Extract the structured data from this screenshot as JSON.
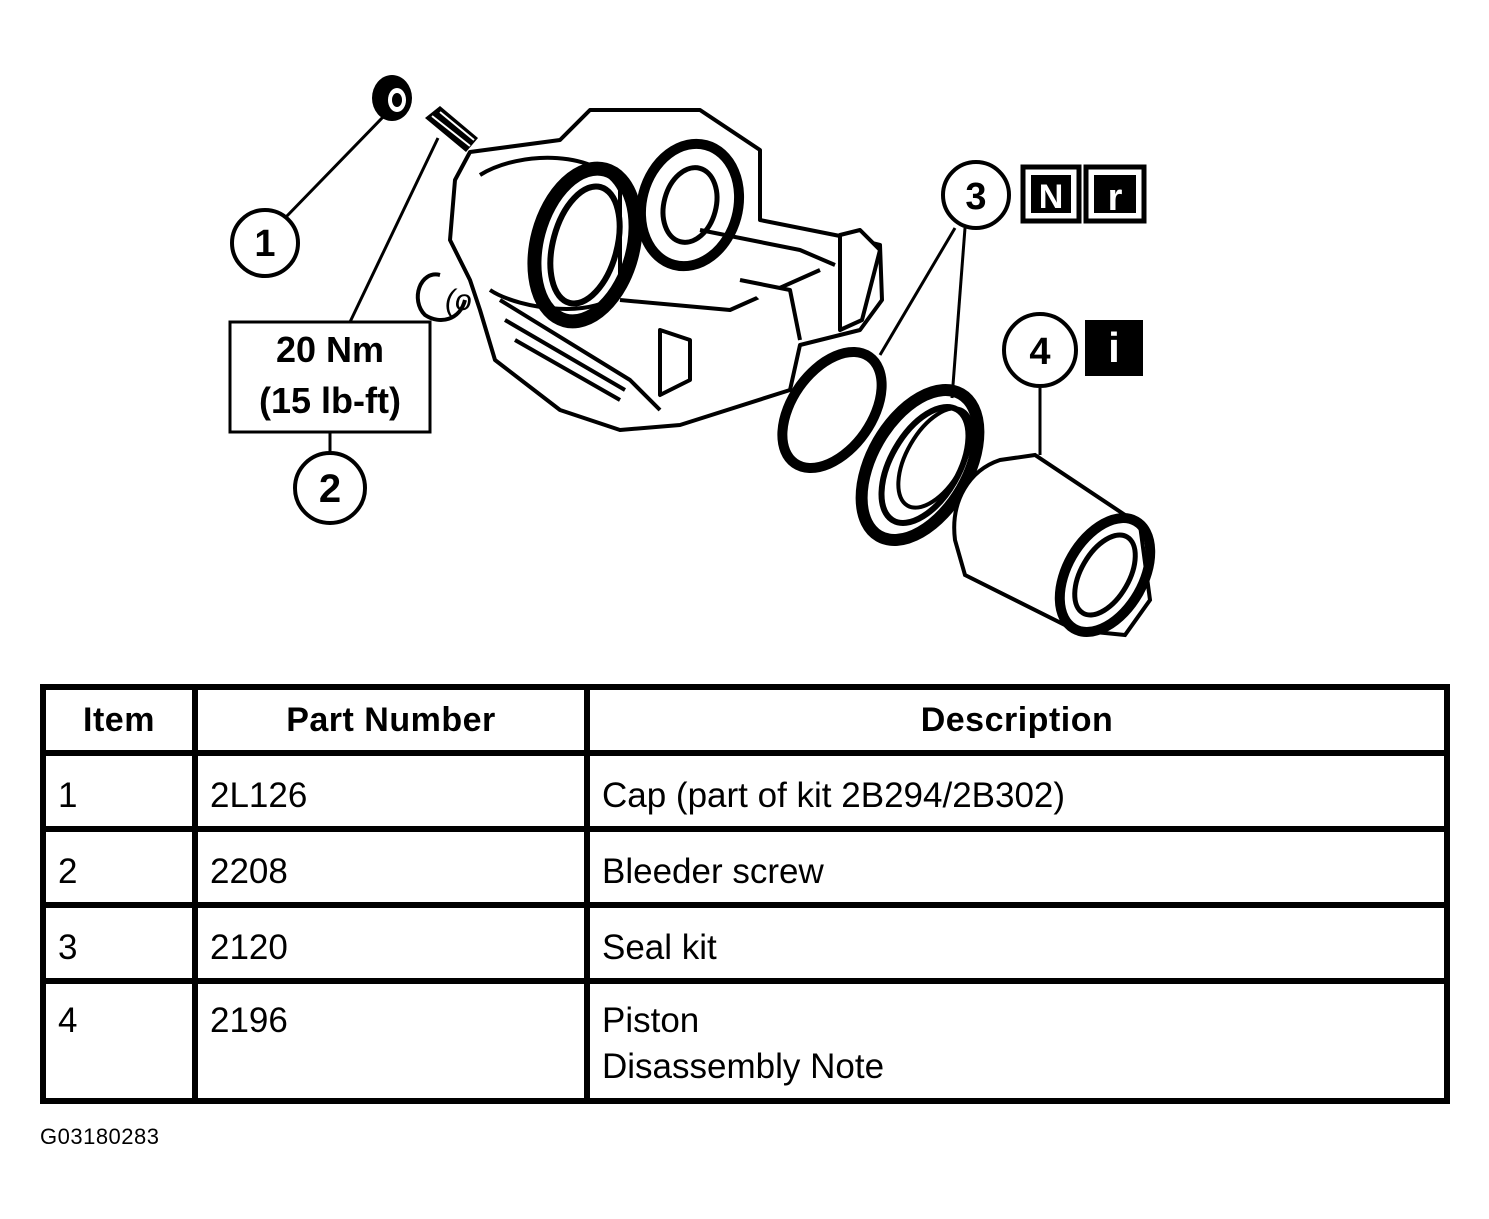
{
  "callouts": {
    "item1": "1",
    "item2": "2",
    "item3": "3",
    "item4": "4",
    "torque_nm": "20 Nm",
    "torque_lbft": "(15 lb-ft)",
    "icon_n": "N",
    "icon_r": "r",
    "icon_i": "i"
  },
  "table": {
    "headers": {
      "item": "Item",
      "part": "Part Number",
      "desc": "Description"
    },
    "rows": [
      {
        "item": "1",
        "part": "2L126",
        "desc": "Cap (part of kit 2B294/2B302)"
      },
      {
        "item": "2",
        "part": "2208",
        "desc": "Bleeder screw"
      },
      {
        "item": "3",
        "part": "2120",
        "desc": "Seal kit"
      },
      {
        "item": "4",
        "part": "2196",
        "desc": "Piston",
        "desc2": "Disassembly Note"
      }
    ]
  },
  "figure_id": "G03180283"
}
